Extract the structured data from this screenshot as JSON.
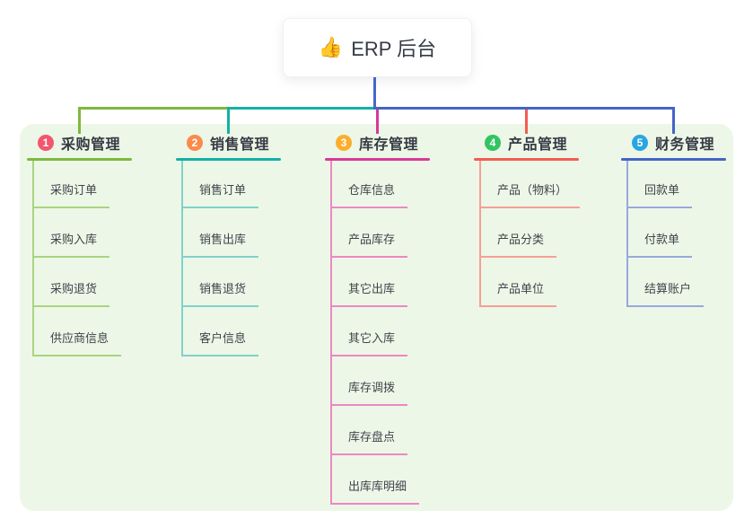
{
  "root": {
    "icon": "👍",
    "title": "ERP 后台"
  },
  "colors": {
    "panel_bg": "#edf7e7",
    "root_stem": "#4767cb",
    "root_text": "#363a45",
    "header_text": "#363b44",
    "child_text": "#40444c"
  },
  "branches": [
    {
      "number": "1",
      "label": "采购管理",
      "badge_color": "#f4566d",
      "line_color": "#7cb93e",
      "child_line_color": "#a9d481",
      "children": [
        "采购订单",
        "采购入库",
        "采购退货",
        "供应商信息"
      ]
    },
    {
      "number": "2",
      "label": "销售管理",
      "badge_color": "#fb8b4c",
      "line_color": "#14b1a4",
      "child_line_color": "#7fd2ca",
      "children": [
        "销售订单",
        "销售出库",
        "销售退货",
        "客户信息"
      ]
    },
    {
      "number": "3",
      "label": "库存管理",
      "badge_color": "#fbae2d",
      "line_color": "#d63a97",
      "child_line_color": "#ee87c4",
      "children": [
        "仓库信息",
        "产品库存",
        "其它出库",
        "其它入库",
        "库存调拨",
        "库存盘点",
        "出库库明细"
      ]
    },
    {
      "number": "4",
      "label": "产品管理",
      "badge_color": "#33c463",
      "line_color": "#f25d51",
      "child_line_color": "#f79e96",
      "children": [
        "产品（物料）",
        "产品分类",
        "产品单位"
      ]
    },
    {
      "number": "5",
      "label": "财务管理",
      "badge_color": "#29a6e0",
      "line_color": "#4365c7",
      "child_line_color": "#97a9dd",
      "children": [
        "回款单",
        "付款单",
        "结算账户"
      ]
    }
  ]
}
